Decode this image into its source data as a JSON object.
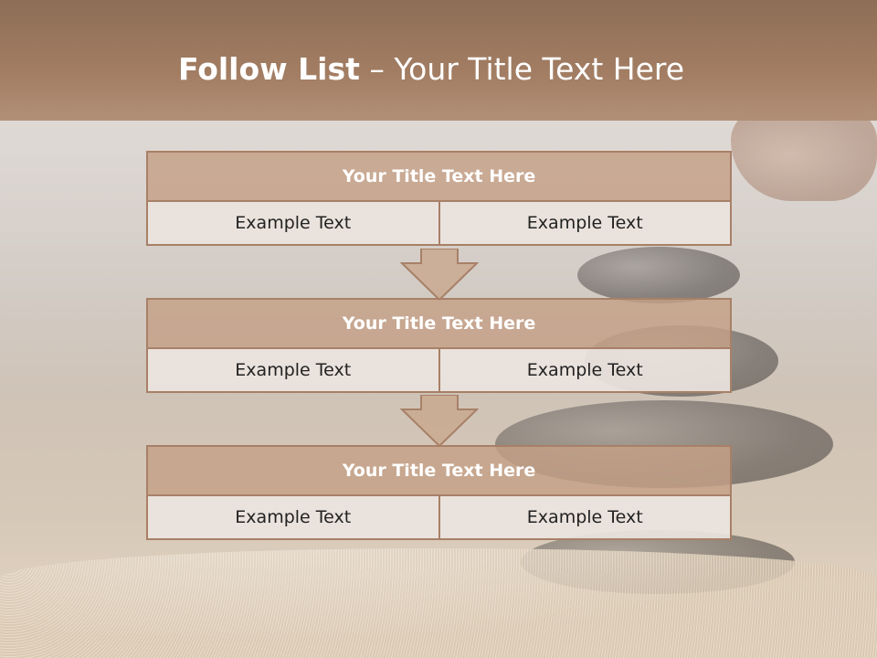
{
  "slide": {
    "title_bold": "Follow List",
    "title_rest": " – Your Title Text Here"
  },
  "blocks": [
    {
      "title": "Your Title Text Here",
      "left": "Example Text",
      "right": "Example Text"
    },
    {
      "title": "Your Title Text Here",
      "left": "Example Text",
      "right": "Example Text"
    },
    {
      "title": "Your Title Text Here",
      "left": "Example Text",
      "right": "Example Text"
    }
  ],
  "colors": {
    "header": "#a07a5f",
    "block_title_fill": "#c4a086",
    "block_border": "#a88068",
    "cell_fill": "#ece4de",
    "arrow_fill": "#c9a98f"
  }
}
